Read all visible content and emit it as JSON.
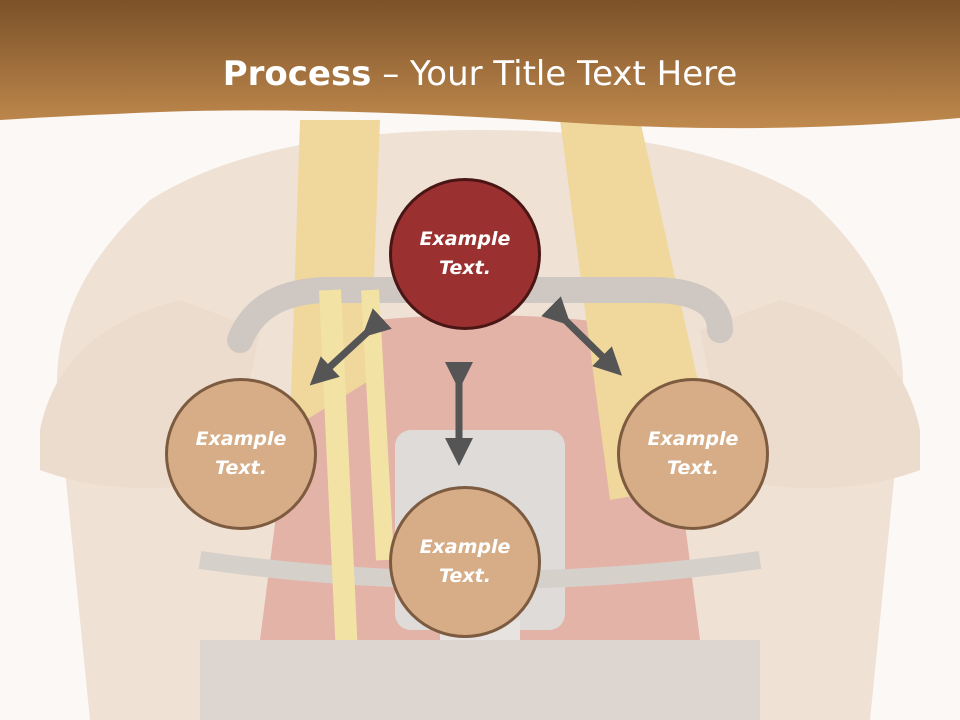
{
  "title": {
    "bold": "Process",
    "rest": " – Your Title Text Here"
  },
  "nodes": {
    "top": "Example Text.",
    "left": "Example Text.",
    "right": "Example Text.",
    "bottom": "Example Text."
  },
  "colors": {
    "header_dark": "#7b5128",
    "header_light": "#c08a4e",
    "accent_node": "#9b3030",
    "tan_node": "#d6ad86",
    "arrow": "#555555"
  },
  "icons": {
    "arrows": [
      "double-arrow-icon",
      "double-arrow-icon",
      "double-arrow-icon"
    ]
  }
}
